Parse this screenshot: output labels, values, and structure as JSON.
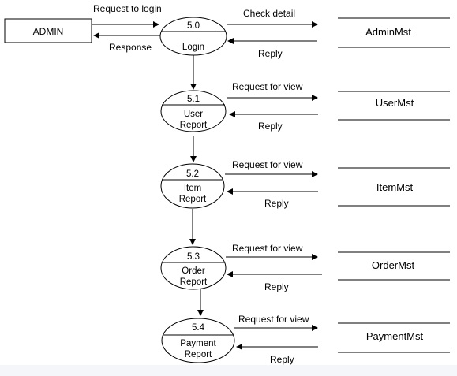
{
  "entity": {
    "label": "ADMIN"
  },
  "login_flow": {
    "request": "Request to login",
    "response": "Response"
  },
  "processes": [
    {
      "id": "5.0",
      "line1": "Login",
      "line2": ""
    },
    {
      "id": "5.1",
      "line1": "User",
      "line2": "Report"
    },
    {
      "id": "5.2",
      "line1": "Item",
      "line2": "Report"
    },
    {
      "id": "5.3",
      "line1": "Order",
      "line2": "Report"
    },
    {
      "id": "5.4",
      "line1": "Payment",
      "line2": "Report"
    }
  ],
  "stores": [
    {
      "label": "AdminMst",
      "request": "Check detail",
      "reply": "Reply"
    },
    {
      "label": "UserMst",
      "request": "Request for view",
      "reply": "Reply"
    },
    {
      "label": "ItemMst",
      "request": "Request for view",
      "reply": "Reply"
    },
    {
      "label": "OrderMst",
      "request": "Request for view",
      "reply": "Reply"
    },
    {
      "label": "PaymentMst",
      "request": "Request for view",
      "reply": "Reply"
    }
  ],
  "colors": {
    "line": "#000000",
    "background": "#ffffff"
  }
}
